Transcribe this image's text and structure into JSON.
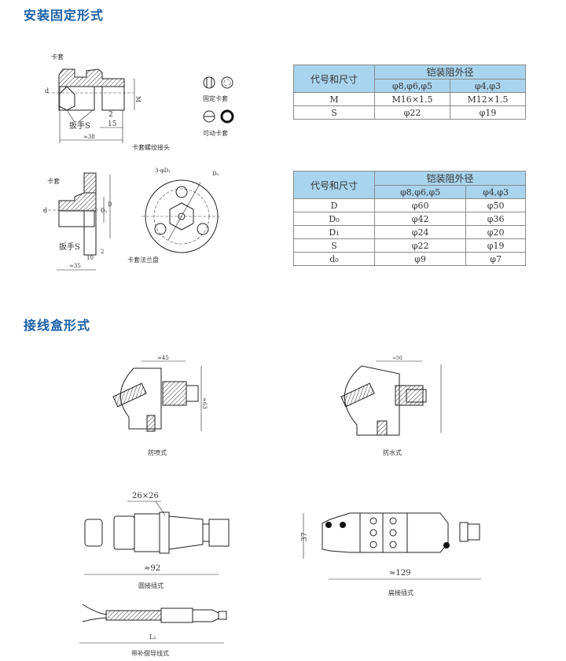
{
  "sections": {
    "mounting": "安装固定形式",
    "junction_box": "接线盒形式"
  },
  "table1": {
    "col_header": "代号和尺寸",
    "group_header": "铠装阻外径",
    "sub_headers": [
      "φ8,φ6,φ5",
      "φ4,φ3"
    ],
    "rows": [
      [
        "M",
        "M16×1.5",
        "M12×1.5"
      ],
      [
        "S",
        "φ22",
        "φ19"
      ]
    ]
  },
  "table2": {
    "col_header": "代号和尺寸",
    "group_header": "铠装阻外径",
    "sub_headers": [
      "φ8,φ6,φ5",
      "φ4,φ3"
    ],
    "rows": [
      [
        "D",
        "φ60",
        "φ50"
      ],
      [
        "D₀",
        "φ42",
        "φ36"
      ],
      [
        "D₁",
        "φ24",
        "φ20"
      ],
      [
        "S",
        "φ22",
        "φ19"
      ],
      [
        "d₀",
        "φ9",
        "φ7"
      ]
    ]
  },
  "fig_thread": {
    "ferrule": "卡套",
    "d": "d",
    "m": "M",
    "wrench": "扳手S",
    "dim_2": "2",
    "dim_15": "15",
    "dim_38": "≈38",
    "caption": "卡套螺纹接头"
  },
  "fig_ferrule_types": {
    "fixed": "固定卡套",
    "movable": "可动卡套"
  },
  "fig_flange": {
    "ferrule": "卡套",
    "d": "d",
    "d1": "D₁",
    "dd": "D",
    "wrench": "扳手S",
    "dim_10": "10",
    "dim_2": "2",
    "dim_35": "≈35",
    "holes": "3-φD₁",
    "d0": "D₀",
    "caption": "卡套法兰盘"
  },
  "fig_spray": {
    "dim_45": "≈45",
    "dim_63": "≈63",
    "caption": "防喷式"
  },
  "fig_water": {
    "dim_50": "≈50",
    "caption": "防水式"
  },
  "fig_round": {
    "dim_26": "26×26",
    "dim_92": "≈92",
    "caption": "圆接插式"
  },
  "fig_flat": {
    "dim_37": "37",
    "dim_129": "≈129",
    "caption": "扁接插式"
  },
  "fig_cable": {
    "l1": "L₁",
    "caption": "带补偿导线式"
  }
}
